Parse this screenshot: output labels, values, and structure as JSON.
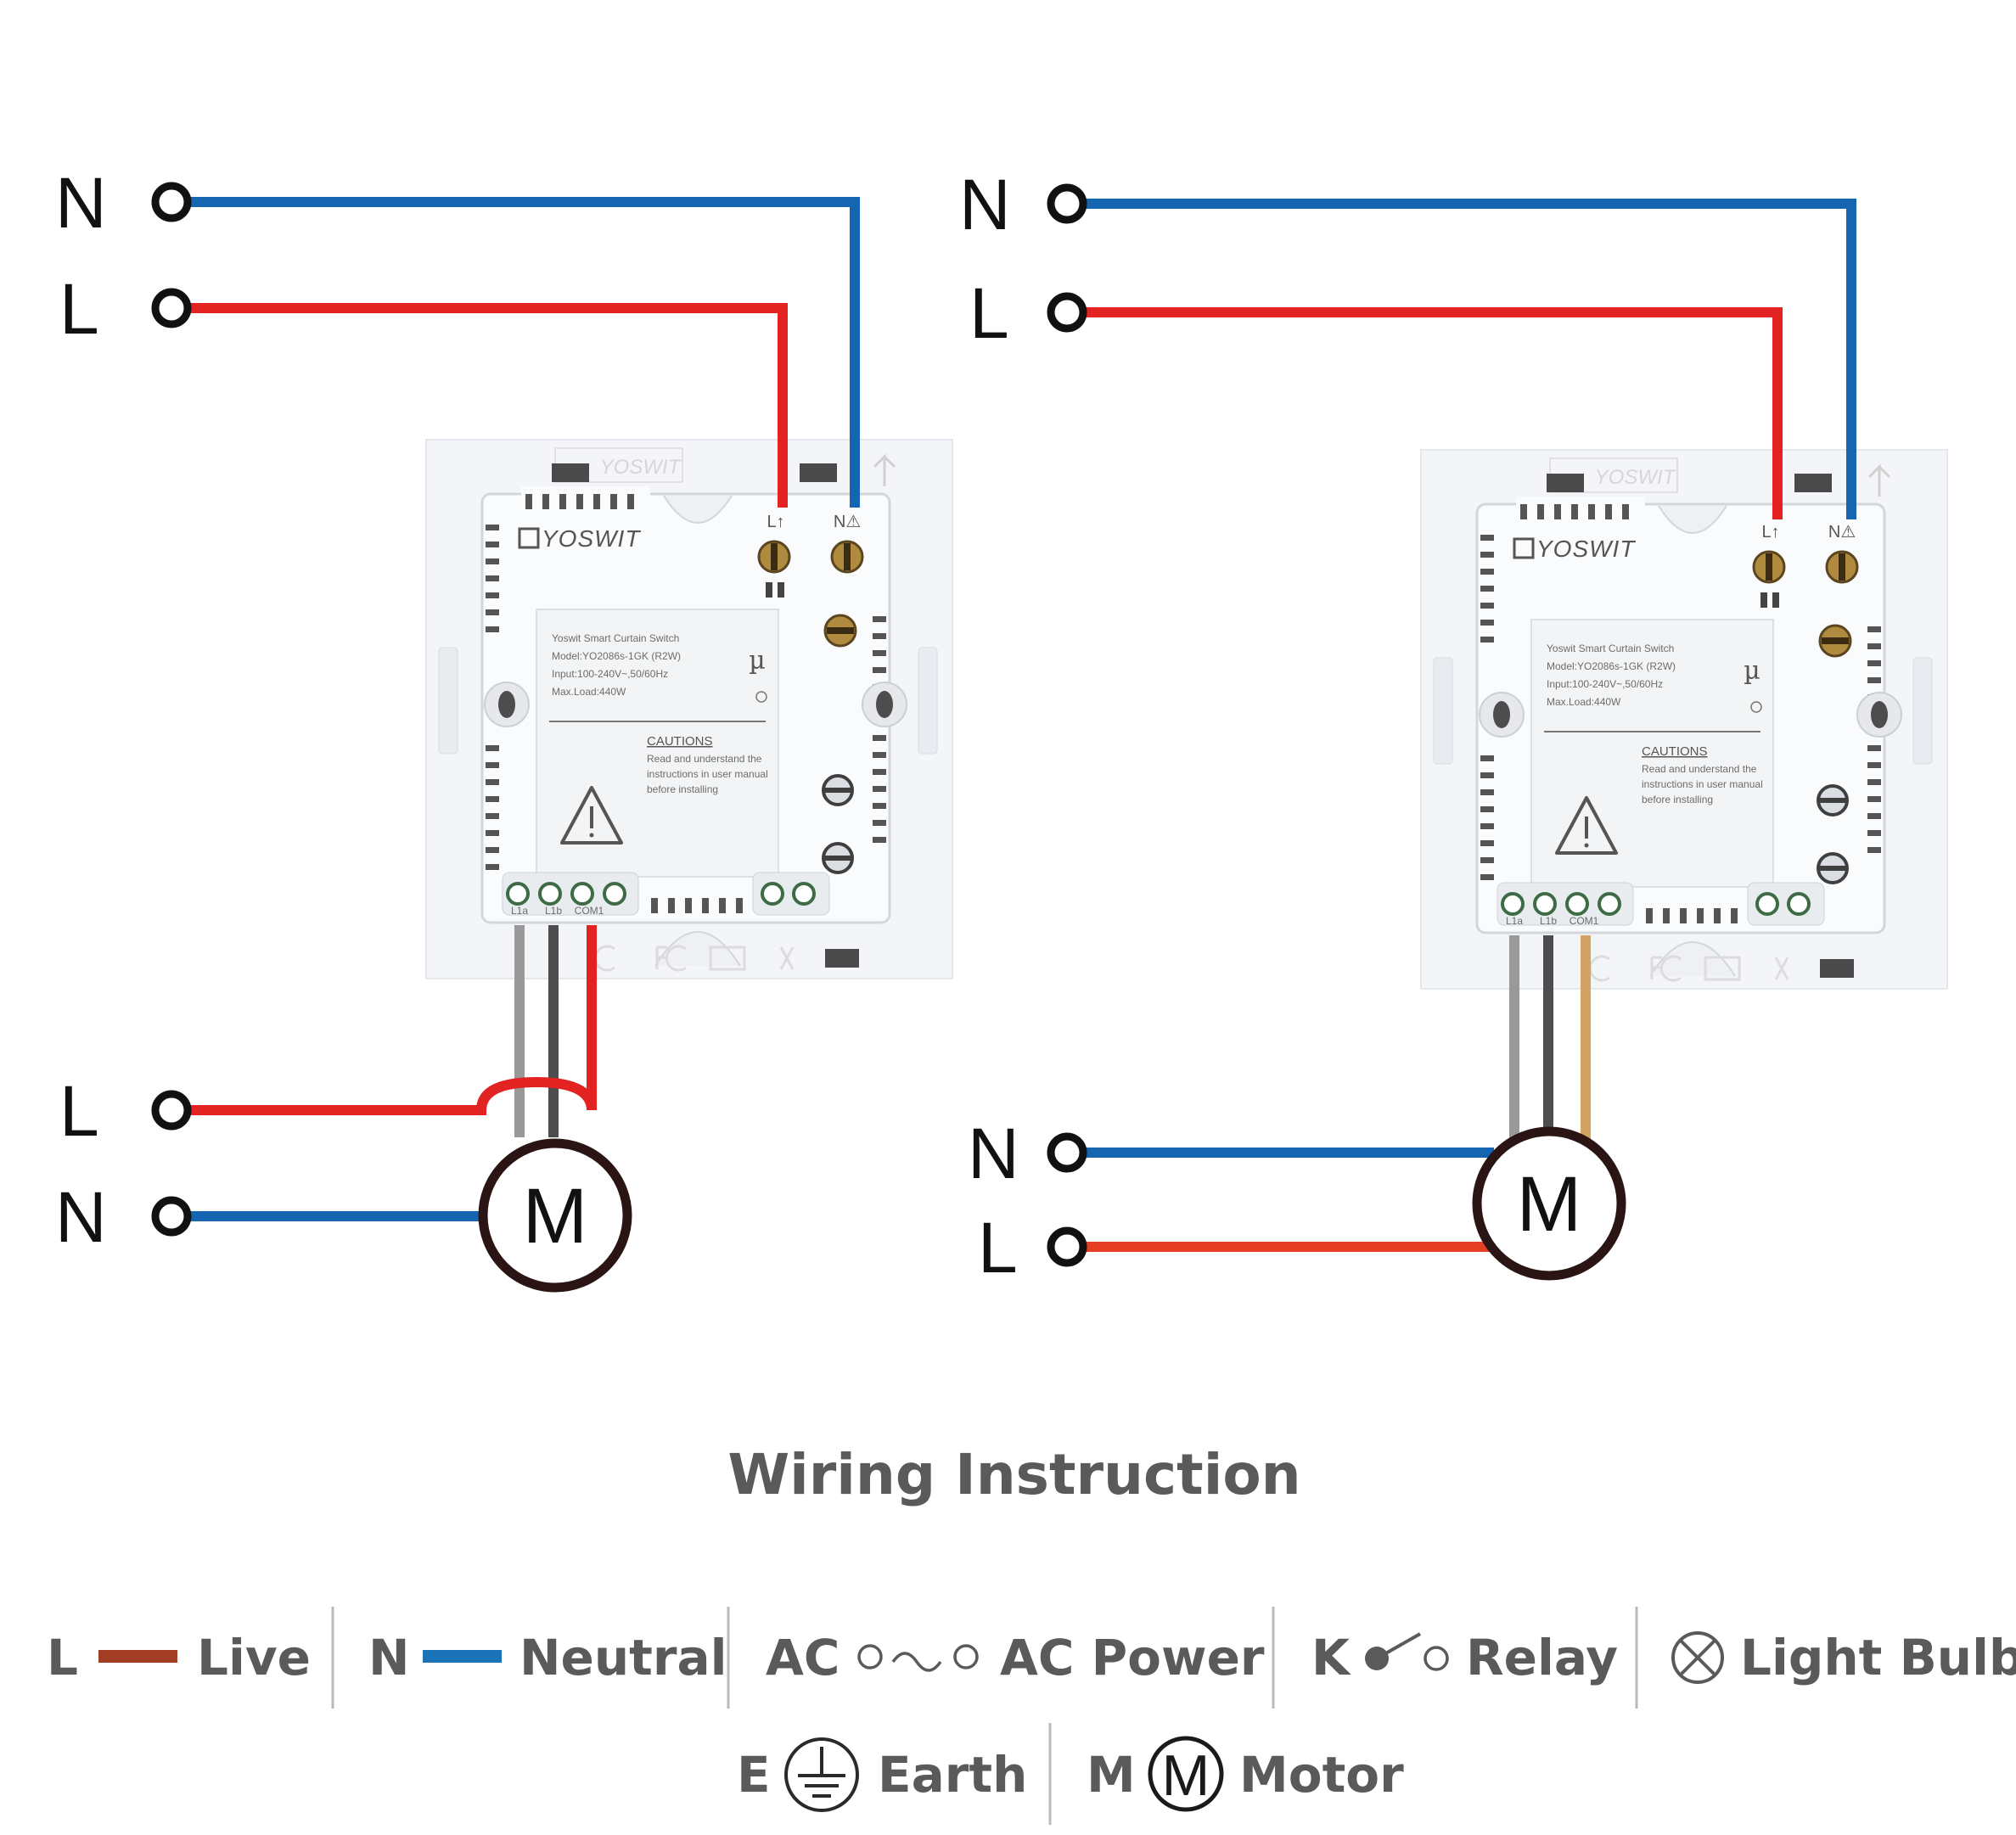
{
  "colors": {
    "neutral": "#1665b0",
    "live": "#e32222",
    "live_alt": "#e54024",
    "gray_wire": "#999999",
    "dark_wire": "#4d4d4d",
    "tan_wire": "#d2a361",
    "legend_live": "#a23d24",
    "legend_neutral": "#1b73b8",
    "legend_text": "#5a5a5a"
  },
  "left_diagram": {
    "supply_top": {
      "n_label": "N",
      "l_label": "L"
    },
    "supply_bottom": {
      "l_label": "L",
      "n_label": "N"
    },
    "motor_label": "M",
    "device": {
      "brand": "YOSWIT",
      "terminal_live": "L↑",
      "terminal_neutral": "N⚠",
      "spec_lines": [
        "Yoswit Smart Curtain Switch",
        "Model:YO2086s-1GK (R2W)",
        "Input:100-240V~,50/60Hz",
        "Max.Load:440W"
      ],
      "caution_title": "CAUTIONS",
      "caution_lines": [
        "Read and understand the",
        "instructions in user manual",
        "before installing"
      ],
      "bottom_terminals": [
        "L1a",
        "L1b",
        "COM1"
      ]
    }
  },
  "right_diagram": {
    "supply_top": {
      "n_label": "N",
      "l_label": "L"
    },
    "supply_bottom": {
      "n_label": "N",
      "l_label": "L"
    },
    "motor_label": "M",
    "device": {
      "brand": "YOSWIT",
      "terminal_live": "L↑",
      "terminal_neutral": "N⚠",
      "spec_lines": [
        "Yoswit Smart Curtain Switch",
        "Model:YO2086s-1GK (R2W)",
        "Input:100-240V~,50/60Hz",
        "Max.Load:440W"
      ],
      "caution_title": "CAUTIONS",
      "caution_lines": [
        "Read and understand the",
        "instructions in user manual",
        "before installing"
      ],
      "bottom_terminals": [
        "L1a",
        "L1b",
        "COM1"
      ]
    }
  },
  "title": "Wiring Instruction",
  "legend": {
    "live": {
      "symbol": "L",
      "text": "Live"
    },
    "neutral": {
      "symbol": "N",
      "text": "Neutral"
    },
    "ac": {
      "symbol": "AC",
      "text": "AC  Power"
    },
    "relay": {
      "symbol": "K",
      "text": "Relay"
    },
    "bulb": {
      "text": "Light Bulb"
    },
    "earth": {
      "symbol": "E",
      "text": "Earth"
    },
    "motor": {
      "symbol": "M",
      "glyph": "M",
      "text": "Motor"
    }
  }
}
